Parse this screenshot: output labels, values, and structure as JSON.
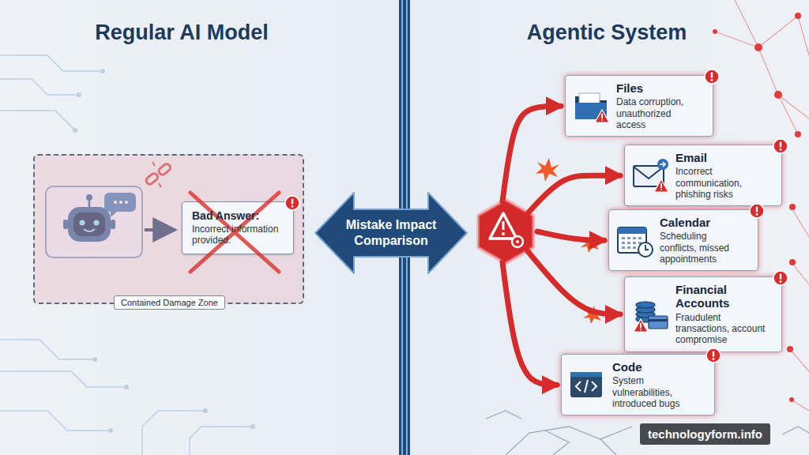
{
  "diagram": {
    "nodes": [
      {
        "text": [
          "Contained Damage Zone"
        ]
      },
      {
        "text": [
          "Bad Answer:",
          "Incorrect information provided."
        ],
        "in": 0
      },
      {
        "text": [
          "Mistake Impact Comparison"
        ]
      },
      {
        "text": [
          "Files",
          "Data corruption, unauthorized access"
        ]
      },
      {
        "text": [
          "Email",
          "Incorrect communication, phishing risks"
        ]
      },
      {
        "text": [
          "Calendar",
          "Scheduling conflicts, missed appointments"
        ]
      },
      {
        "text": [
          "Financial Accounts",
          "Fraudulent transactions, account compromise"
        ]
      },
      {
        "text": [
          "Code",
          "System vulnerabilities, introduced bugs"
        ]
      },
      {
        "text": [
          "technologyform.info"
        ]
      }
    ],
    "labels": [
      "Regular AI Model",
      "Agentic System"
    ]
  }
}
